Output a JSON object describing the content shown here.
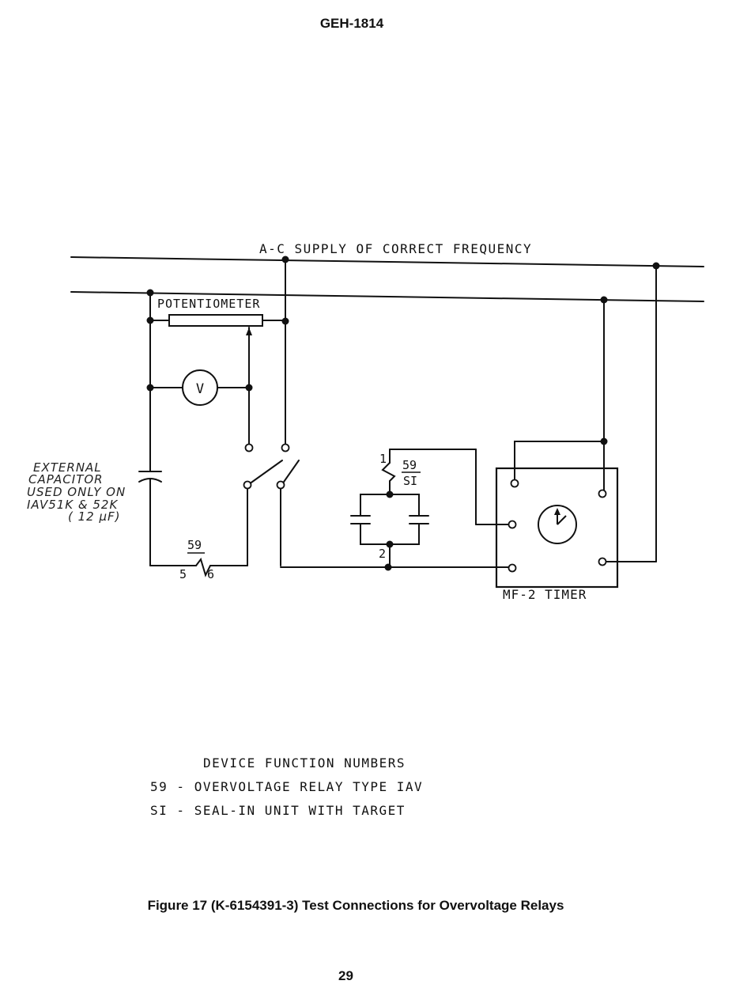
{
  "header": {
    "doc_id": "GEH-1814"
  },
  "diagram": {
    "supply_label": "A-C SUPPLY OF CORRECT FREQUENCY",
    "potentiometer_label": "POTENTIOMETER",
    "voltmeter_label": "V",
    "relay59_label": "59",
    "relay59_terminal_left": "5",
    "relay59_terminal_right": "6",
    "sealin_number": "59",
    "sealin_code": "SI",
    "sealin_terminal_top": "1",
    "sealin_terminal_bottom": "2",
    "timer_label": "MF-2 TIMER",
    "capacitor_note": [
      "EXTERNAL",
      "CAPACITOR",
      "USED ONLY ON",
      "IAV51K & 52K",
      "( 12 μF)"
    ]
  },
  "legend": {
    "title": "DEVICE FUNCTION NUMBERS",
    "items": [
      {
        "code": "59",
        "dash": "-",
        "text": "OVERVOLTAGE RELAY TYPE IAV"
      },
      {
        "code": "SI",
        "dash": "-",
        "text": "SEAL-IN UNIT WITH TARGET"
      }
    ]
  },
  "caption": "Figure 17  (K-6154391-3)  Test Connections for Overvoltage Relays",
  "page_number": "29"
}
